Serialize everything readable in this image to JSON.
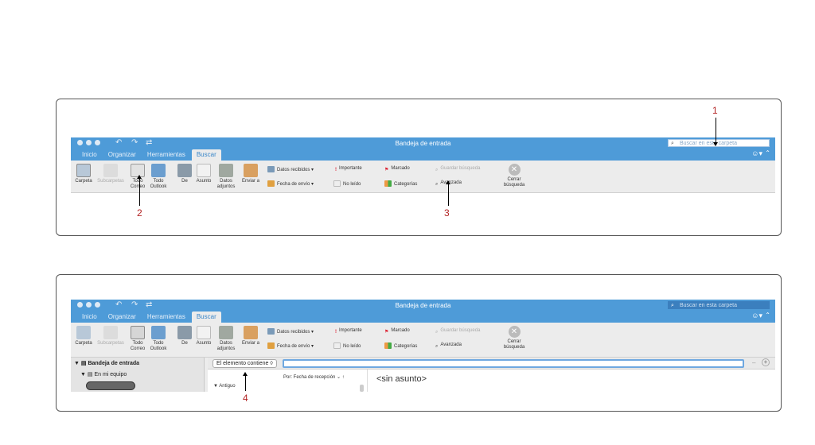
{
  "window": {
    "title": "Bandeja de entrada",
    "search_placeholder": "Buscar en esta carpeta",
    "tabs": [
      "Inicio",
      "Organizar",
      "Herramientas",
      "Buscar"
    ],
    "active_tab": "Buscar"
  },
  "ribbon": {
    "carpeta": "Carpeta",
    "subcarpetas": "Subcarpetas",
    "todo_correo_1": "Todo",
    "todo_correo_2": "Correo",
    "todo_outlook_1": "Todo",
    "todo_outlook_2": "Outlook",
    "de": "De",
    "asunto": "Asunto",
    "datos_adjuntos_1": "Datos",
    "datos_adjuntos_2": "adjuntos",
    "enviar_a": "Enviar a",
    "datos_recibidos": "Datos recibidos",
    "fecha_envio": "Fecha de envío",
    "importante": "Importante",
    "no_leido": "No leído",
    "marcado": "Marcado",
    "categorias": "Categorías",
    "guardar_busqueda": "Guardar búsqueda",
    "avanzada": "Avanzada",
    "cerrar_1": "Cerrar",
    "cerrar_2": "búsqueda"
  },
  "folders": {
    "inbox": "Bandeja de entrada",
    "on_computer": "En mi equipo"
  },
  "search_pane": {
    "criteria": "El elemento contiene",
    "sort": "Por: Fecha de recepción",
    "group": "Antiguo",
    "subject": "<sin asunto>"
  },
  "annotations": [
    "1",
    "2",
    "3",
    "4"
  ],
  "colors": {
    "titlebar": "#4e9bd8",
    "annotation": "#b22222",
    "ribbon": "#ececec"
  }
}
